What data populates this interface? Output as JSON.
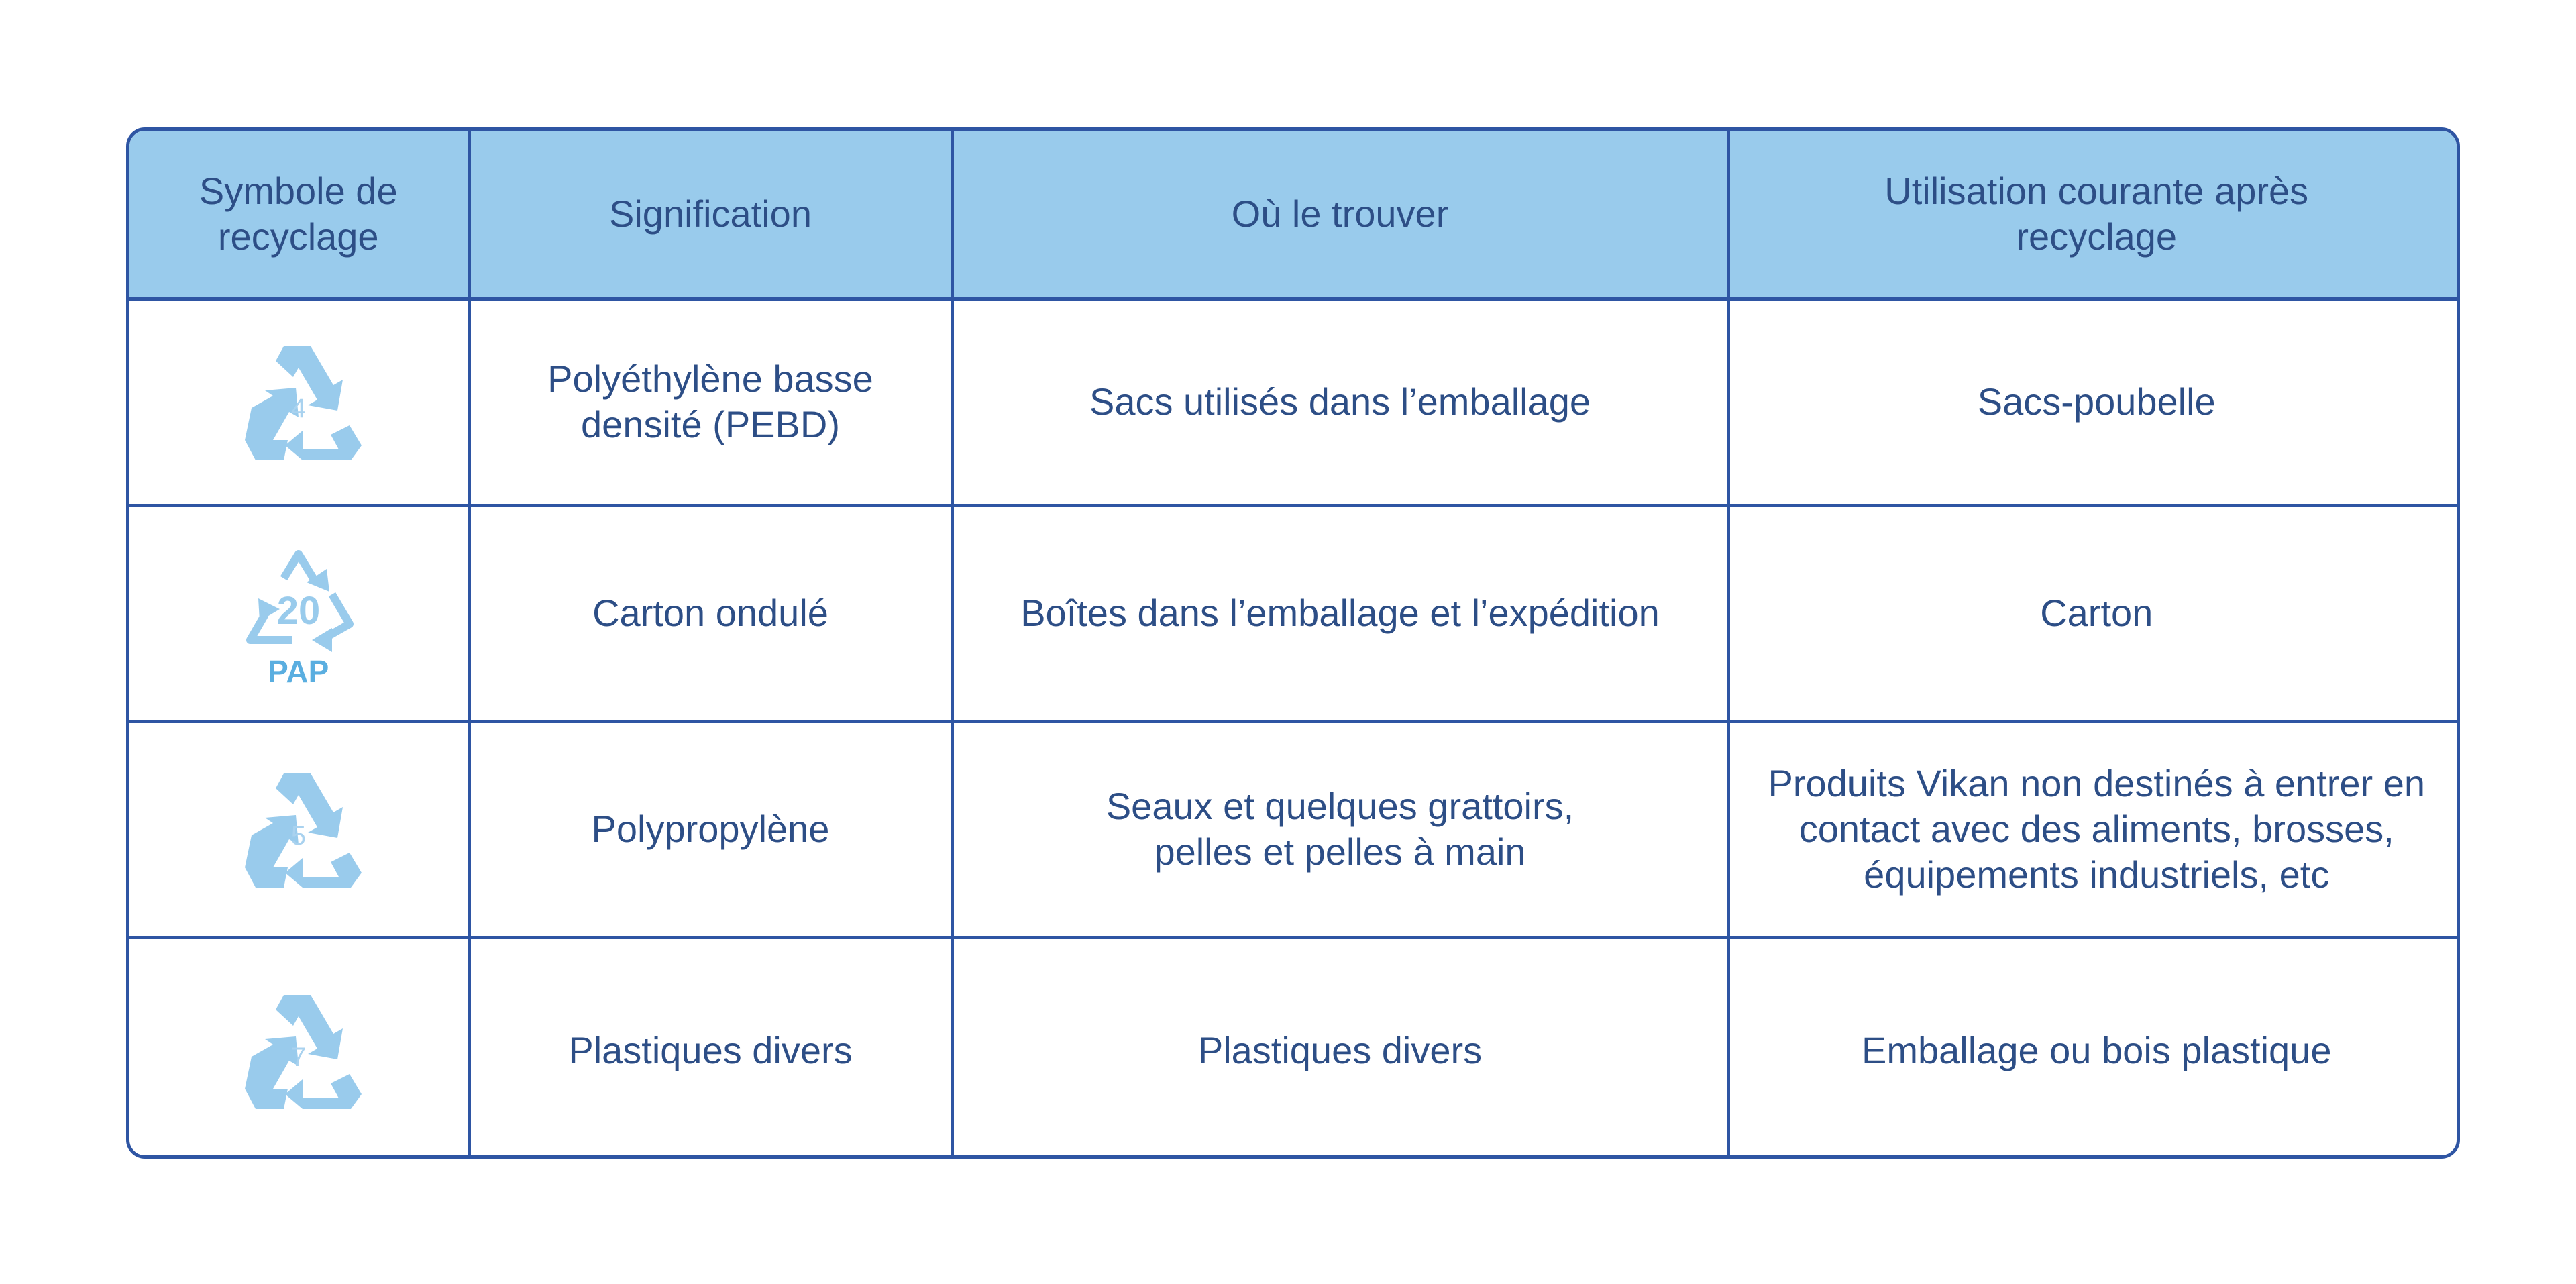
{
  "headers": [
    "Symbole de\nrecyclage",
    "Signification",
    "Où le trouver",
    "Utilisation courante après\nrecyclage"
  ],
  "rows": [
    {
      "symbol_icon": "recycle-4-icon",
      "symbol_number": "4",
      "symbol_label": "",
      "meaning": "Polyéthylène basse\ndensité (PEBD)",
      "where": "Sacs utilisés dans l’emballage",
      "use": "Sacs-poubelle"
    },
    {
      "symbol_icon": "recycle-20-pap-icon",
      "symbol_number": "20",
      "symbol_label": "PAP",
      "meaning": "Carton ondulé",
      "where": "Boîtes dans l’emballage et l’expédition",
      "use": "Carton"
    },
    {
      "symbol_icon": "recycle-5-icon",
      "symbol_number": "5",
      "symbol_label": "",
      "meaning": "Polypropylène",
      "where": "Seaux et quelques grattoirs,\npelles et pelles à main",
      "use": "Produits Vikan non destinés à entrer en\ncontact avec des aliments, brosses,\néquipements industriels, etc"
    },
    {
      "symbol_icon": "recycle-7-icon",
      "symbol_number": "7",
      "symbol_label": "",
      "meaning": "Plastiques divers",
      "where": "Plastiques divers",
      "use": "Emballage ou bois plastique"
    }
  ],
  "colors": {
    "header_bg": "#99cbec",
    "border": "#2e55a3",
    "text": "#2d4e86",
    "icon": "#99cbec",
    "pap_label": "#5aaee0"
  }
}
